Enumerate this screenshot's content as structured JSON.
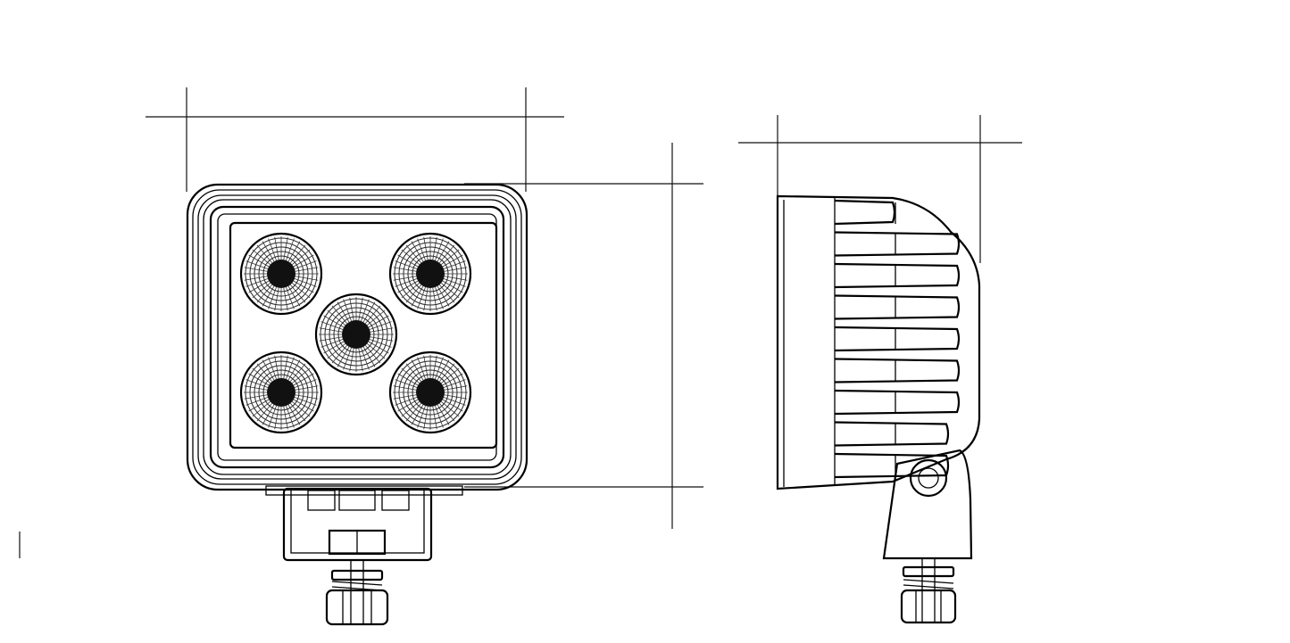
{
  "drawing": {
    "line_color": "#000000",
    "background": "#ffffff",
    "views": [
      "front-view",
      "side-view"
    ],
    "led_count": 5,
    "fin_count": 9
  }
}
